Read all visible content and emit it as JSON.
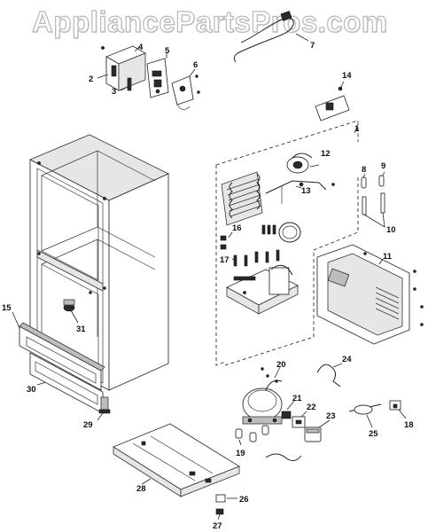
{
  "watermark": "AppliancePartsPros.com",
  "labels": {
    "l1": "1",
    "l2": "2",
    "l3": "3",
    "l4": "4",
    "l5": "5",
    "l6": "6",
    "l7": "7",
    "l8": "8",
    "l9": "9",
    "l10": "10",
    "l11": "11",
    "l12": "12",
    "l13": "13",
    "l14": "14",
    "l15": "15",
    "l16": "16",
    "l17": "17",
    "l18": "18",
    "l19": "19",
    "l20": "20",
    "l21": "21",
    "l22": "22",
    "l23": "23",
    "l24": "24",
    "l25": "25",
    "l26": "26",
    "l27": "27",
    "l28": "28",
    "l29": "29",
    "l30": "30",
    "l31": "31"
  }
}
